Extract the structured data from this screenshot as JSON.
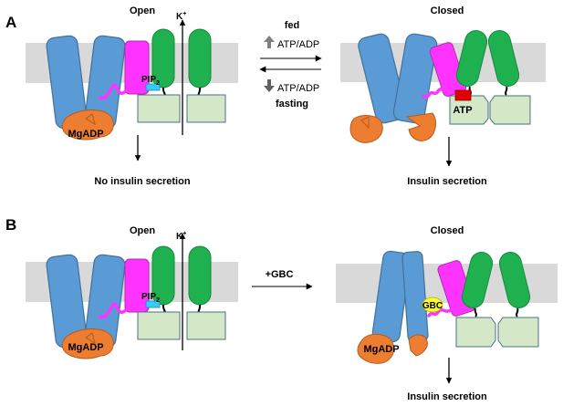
{
  "panel_a": {
    "label": "A",
    "left_state": "Open",
    "right_state": "Closed",
    "ion": "K",
    "ion_charge": "+",
    "lipid_label": "PIP",
    "lipid_subscript": "2",
    "nucleotide_label": "MgADP",
    "atp_label": "ATP",
    "transition_top": "fed",
    "transition_top_ratio": "ATP/ADP",
    "transition_bottom_ratio": "ATP/ADP",
    "transition_bottom": "fasting",
    "left_outcome": "No insulin secretion",
    "right_outcome": "Insulin secretion"
  },
  "panel_b": {
    "label": "B",
    "left_state": "Open",
    "right_state": "Closed",
    "ion": "K",
    "ion_charge": "+",
    "lipid_label": "PIP",
    "lipid_subscript": "2",
    "left_nucleotide_label": "MgADP",
    "right_nucleotide_label": "MgADP",
    "drug_label": "GBC",
    "arrow_label": "+GBC",
    "right_outcome": "Insulin secretion"
  },
  "colors": {
    "membrane": "#d9d9d9",
    "sur_blue": "#5b9bd5",
    "sur_blue_stroke": "#41719c",
    "nbd_orange": "#ed7d31",
    "tmd0_magenta": "#ff33ff",
    "kir_green": "#1fb050",
    "kir_cyto": "#d4e8c8",
    "pip2_cyan": "#33ccff",
    "atp_red": "#e00000",
    "gbc_yellow": "#ffff33",
    "up_arrow": "#808080",
    "down_arrow": "#606060"
  }
}
